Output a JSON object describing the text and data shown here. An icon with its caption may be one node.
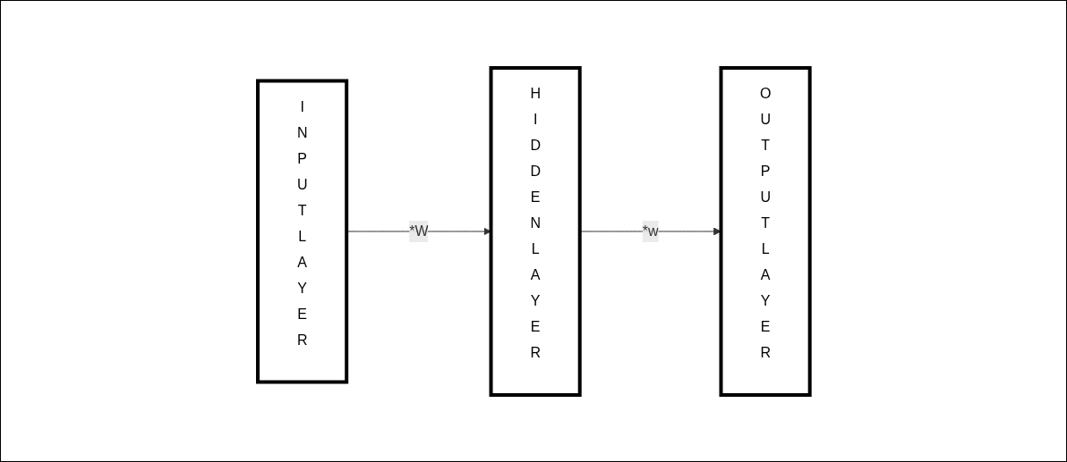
{
  "diagram": {
    "nodes": [
      {
        "text": [
          "INPUTLAYER"
        ]
      },
      {
        "text": [
          "HIDDENLAYER"
        ]
      },
      {
        "text": [
          "OUTPUTLAYER"
        ]
      }
    ],
    "edges": [
      {
        "from": 0,
        "to": 1,
        "arrow": "to",
        "label": "*W"
      },
      {
        "from": 1,
        "to": 2,
        "arrow": "to",
        "label": "*w"
      }
    ]
  }
}
